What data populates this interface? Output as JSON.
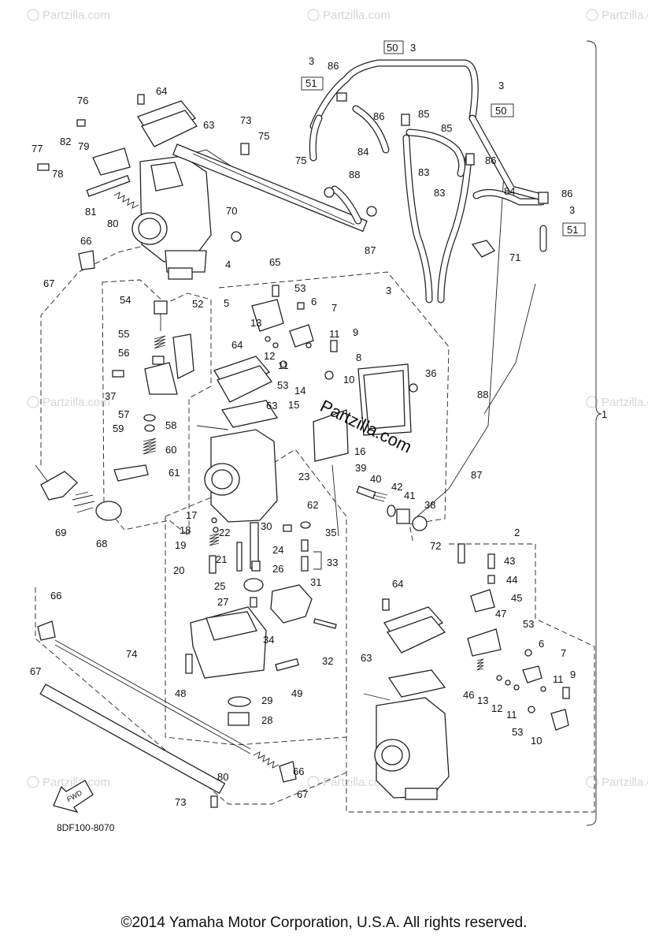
{
  "watermark": {
    "brand": "Partzilla.com",
    "center_logo": "Partzilla.com"
  },
  "drawing_code": "8DF100-8070",
  "fwd_label": "FWD",
  "copyright": "©2014 Yamaha Motor Corporation, U.S.A. All rights reserved.",
  "callouts": [
    {
      "id": "c64a",
      "text": "64"
    },
    {
      "id": "c63a",
      "text": "63"
    },
    {
      "id": "c76",
      "text": "76"
    },
    {
      "id": "c77",
      "text": "77"
    },
    {
      "id": "c82",
      "text": "82"
    },
    {
      "id": "c79",
      "text": "79"
    },
    {
      "id": "c78",
      "text": "78"
    },
    {
      "id": "c81",
      "text": "81"
    },
    {
      "id": "c80a",
      "text": "80"
    },
    {
      "id": "c73a",
      "text": "73"
    },
    {
      "id": "c75a",
      "text": "75"
    },
    {
      "id": "c75b",
      "text": "75"
    },
    {
      "id": "c70",
      "text": "70"
    },
    {
      "id": "c66a",
      "text": "66"
    },
    {
      "id": "c67a",
      "text": "67"
    },
    {
      "id": "c4",
      "text": "4"
    },
    {
      "id": "c3a",
      "text": "3"
    },
    {
      "id": "c51a",
      "text": "51"
    },
    {
      "id": "c86a",
      "text": "86"
    },
    {
      "id": "c50a",
      "text": "50"
    },
    {
      "id": "c3b",
      "text": "3"
    },
    {
      "id": "c86b",
      "text": "86"
    },
    {
      "id": "c85a",
      "text": "85"
    },
    {
      "id": "c85b",
      "text": "85"
    },
    {
      "id": "c84a",
      "text": "84"
    },
    {
      "id": "c83a",
      "text": "83"
    },
    {
      "id": "c86c",
      "text": "86"
    },
    {
      "id": "c3c",
      "text": "3"
    },
    {
      "id": "c50b",
      "text": "50"
    },
    {
      "id": "c88a",
      "text": "88"
    },
    {
      "id": "c87a",
      "text": "87"
    },
    {
      "id": "c84b",
      "text": "84"
    },
    {
      "id": "c86d",
      "text": "86"
    },
    {
      "id": "c83b",
      "text": "83"
    },
    {
      "id": "c3d",
      "text": "3"
    },
    {
      "id": "c51b",
      "text": "51"
    },
    {
      "id": "c71",
      "text": "71"
    },
    {
      "id": "c65",
      "text": "65"
    },
    {
      "id": "c5a",
      "text": "5"
    },
    {
      "id": "c53a",
      "text": "53"
    },
    {
      "id": "c6a",
      "text": "6"
    },
    {
      "id": "c7a",
      "text": "7"
    },
    {
      "id": "c3e",
      "text": "3"
    },
    {
      "id": "c13a",
      "text": "13"
    },
    {
      "id": "c11a",
      "text": "11"
    },
    {
      "id": "c9a",
      "text": "9"
    },
    {
      "id": "c12a",
      "text": "12"
    },
    {
      "id": "c11b",
      "text": "11"
    },
    {
      "id": "c8",
      "text": "8"
    },
    {
      "id": "c10a",
      "text": "10"
    },
    {
      "id": "c36",
      "text": "36"
    },
    {
      "id": "c54",
      "text": "54"
    },
    {
      "id": "c52",
      "text": "52"
    },
    {
      "id": "c55",
      "text": "55"
    },
    {
      "id": "c56",
      "text": "56"
    },
    {
      "id": "c64b",
      "text": "64"
    },
    {
      "id": "c37",
      "text": "37"
    },
    {
      "id": "c53b",
      "text": "53"
    },
    {
      "id": "c14",
      "text": "14"
    },
    {
      "id": "c15",
      "text": "15"
    },
    {
      "id": "c63b",
      "text": "63"
    },
    {
      "id": "c57",
      "text": "57"
    },
    {
      "id": "c58",
      "text": "58"
    },
    {
      "id": "c59",
      "text": "59"
    },
    {
      "id": "c60",
      "text": "60"
    },
    {
      "id": "c61",
      "text": "61"
    },
    {
      "id": "c16",
      "text": "16"
    },
    {
      "id": "c88b",
      "text": "88"
    },
    {
      "id": "c87b",
      "text": "87"
    },
    {
      "id": "c23",
      "text": "23"
    },
    {
      "id": "c39",
      "text": "39"
    },
    {
      "id": "c40",
      "text": "40"
    },
    {
      "id": "c42",
      "text": "42"
    },
    {
      "id": "c41",
      "text": "41"
    },
    {
      "id": "c38",
      "text": "38"
    },
    {
      "id": "c69",
      "text": "69"
    },
    {
      "id": "c68",
      "text": "68"
    },
    {
      "id": "c62",
      "text": "62"
    },
    {
      "id": "c17",
      "text": "17"
    },
    {
      "id": "c18",
      "text": "18"
    },
    {
      "id": "c22",
      "text": "22"
    },
    {
      "id": "c30",
      "text": "30"
    },
    {
      "id": "c35",
      "text": "35"
    },
    {
      "id": "c19",
      "text": "19"
    },
    {
      "id": "c24",
      "text": "24"
    },
    {
      "id": "c21",
      "text": "21"
    },
    {
      "id": "c33",
      "text": "33"
    },
    {
      "id": "c20",
      "text": "20"
    },
    {
      "id": "c26",
      "text": "26"
    },
    {
      "id": "c25",
      "text": "25"
    },
    {
      "id": "c31",
      "text": "31"
    },
    {
      "id": "c27",
      "text": "27"
    },
    {
      "id": "c72",
      "text": "72"
    },
    {
      "id": "c2",
      "text": "2"
    },
    {
      "id": "c43",
      "text": "43"
    },
    {
      "id": "c44",
      "text": "44"
    },
    {
      "id": "c45",
      "text": "45"
    },
    {
      "id": "c47",
      "text": "47"
    },
    {
      "id": "c64c",
      "text": "64"
    },
    {
      "id": "c66b",
      "text": "66"
    },
    {
      "id": "c67b",
      "text": "67"
    },
    {
      "id": "c34",
      "text": "34"
    },
    {
      "id": "c32",
      "text": "32"
    },
    {
      "id": "c74",
      "text": "74"
    },
    {
      "id": "c48",
      "text": "48"
    },
    {
      "id": "c49",
      "text": "49"
    },
    {
      "id": "c29",
      "text": "29"
    },
    {
      "id": "c28",
      "text": "28"
    },
    {
      "id": "c63c",
      "text": "63"
    },
    {
      "id": "c53c",
      "text": "53"
    },
    {
      "id": "c6b",
      "text": "6"
    },
    {
      "id": "c7b",
      "text": "7"
    },
    {
      "id": "c11c",
      "text": "11"
    },
    {
      "id": "c9b",
      "text": "9"
    },
    {
      "id": "c46",
      "text": "46"
    },
    {
      "id": "c13b",
      "text": "13"
    },
    {
      "id": "c12b",
      "text": "12"
    },
    {
      "id": "c11d",
      "text": "11"
    },
    {
      "id": "c53d",
      "text": "53"
    },
    {
      "id": "c10b",
      "text": "10"
    },
    {
      "id": "c80b",
      "text": "80"
    },
    {
      "id": "c66c",
      "text": "66"
    },
    {
      "id": "c67c",
      "text": "67"
    },
    {
      "id": "c73b",
      "text": "73"
    },
    {
      "id": "c1",
      "text": "1"
    }
  ]
}
